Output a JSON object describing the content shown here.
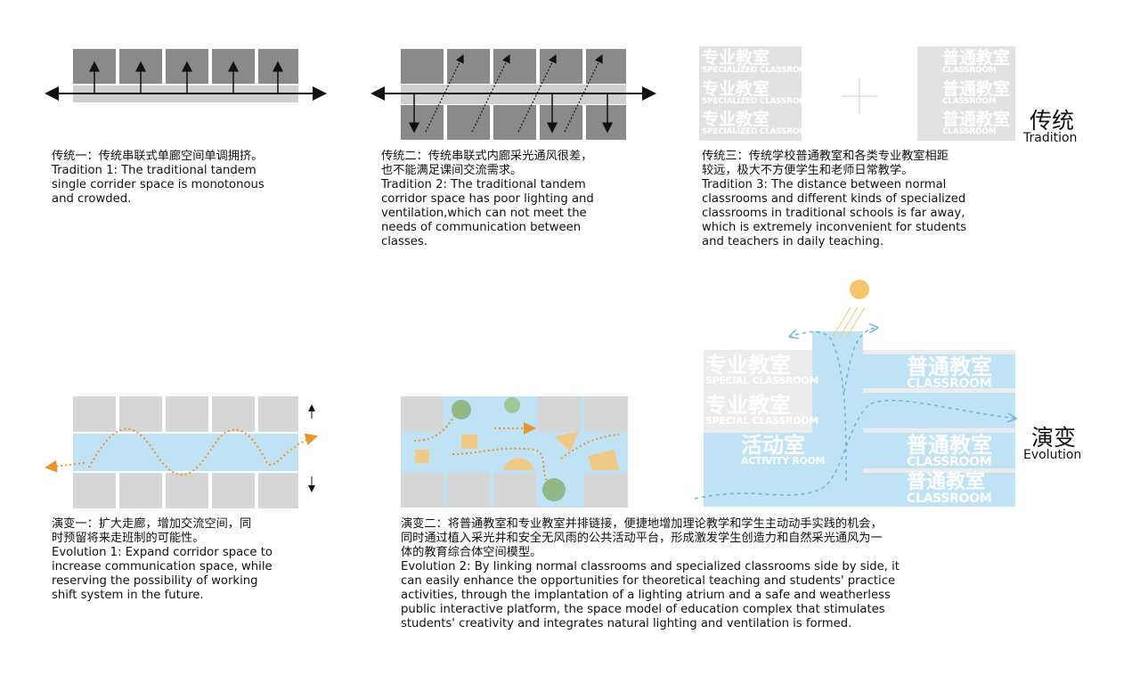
{
  "tradition": {
    "title_cn": "传统",
    "title_en": "Tradition",
    "items": [
      {
        "text": "传统一：传统串联式单廊空间单调拥挤。\nTradition 1: The traditional tandem\nsingle corrider space is  monotonous\nand crowded."
      },
      {
        "text": "传统二：传统串联式内廊采光通风很差，\n也不能满足课间交流需求。\nTradition 2: The traditional tandem\ncorridor space has poor lighting and\nventilation,which can not meet the\nneeds of  communication between\nclasses."
      },
      {
        "text": "传统三：传统学校普通教室和各类专业教室相距\n较远，极大不方便学生和老师日常教学。\nTradition 3: The  distance between normal\nclassrooms and different kinds of specialized\nclassrooms in traditional schools is far away,\nwhich is extremely inconvenient for students\nand teachers in daily teaching."
      }
    ],
    "specialized_cn": "专业教室",
    "specialized_en": "SPECIALIZED CLASSROOM",
    "classroom_cn": "普通教室",
    "classroom_en": "CLASSROOM"
  },
  "evolution": {
    "title_cn": "演变",
    "title_en": "Evolution",
    "items": [
      {
        "text": "演变一：扩大走廊，增加交流空间，同\n时预留将来走班制的可能性。\nEvolution 1: Expand corridor space to\nincrease communication space, while\nreserving the possibility of working\nshift system in the future."
      },
      {
        "text": "演变二：将普通教室和专业教室并排链接，便捷地增加理论教学和学生主动动手实践的机会，\n同时通过植入采光井和安全无风雨的公共活动平台，形成激发学生创造力和自然采光通风为一\n体的教育综合体空间模型。\nEvolution 2: By linking normal classrooms and specialized classrooms side by side, it\ncan easily enhance the opportunities for theoretical teaching and students' practice\nactivities, through the implantation of a lighting atrium and a safe  and   weatherless\npublic  interactive platform, the space model of education  complex that  stimulates\nstudents' creativity and integrates natural lighting and ventilation is formed."
      }
    ],
    "rooms": [
      {
        "cn": "专业教室",
        "en": "SPECIAL CLASSROOM"
      },
      {
        "cn": "专业教室",
        "en": "SPECIAL CLASSROOM"
      },
      {
        "cn": "活动室",
        "en": "ACTIVITY ROOM"
      },
      {
        "cn": "普通教室",
        "en": "CLASSROOM"
      },
      {
        "cn": "普通教室",
        "en": "CLASSROOM"
      },
      {
        "cn": "普通教室",
        "en": "CLASSROOM"
      }
    ]
  },
  "colors": {
    "dark_room": "#8a8a8a",
    "light_room": "#d6d6d6",
    "corridor_blue": "#bfe3f5",
    "arrow_orange": "#e8952b",
    "sun": "#f6c46a",
    "air_blue": "#6fb3d6"
  }
}
